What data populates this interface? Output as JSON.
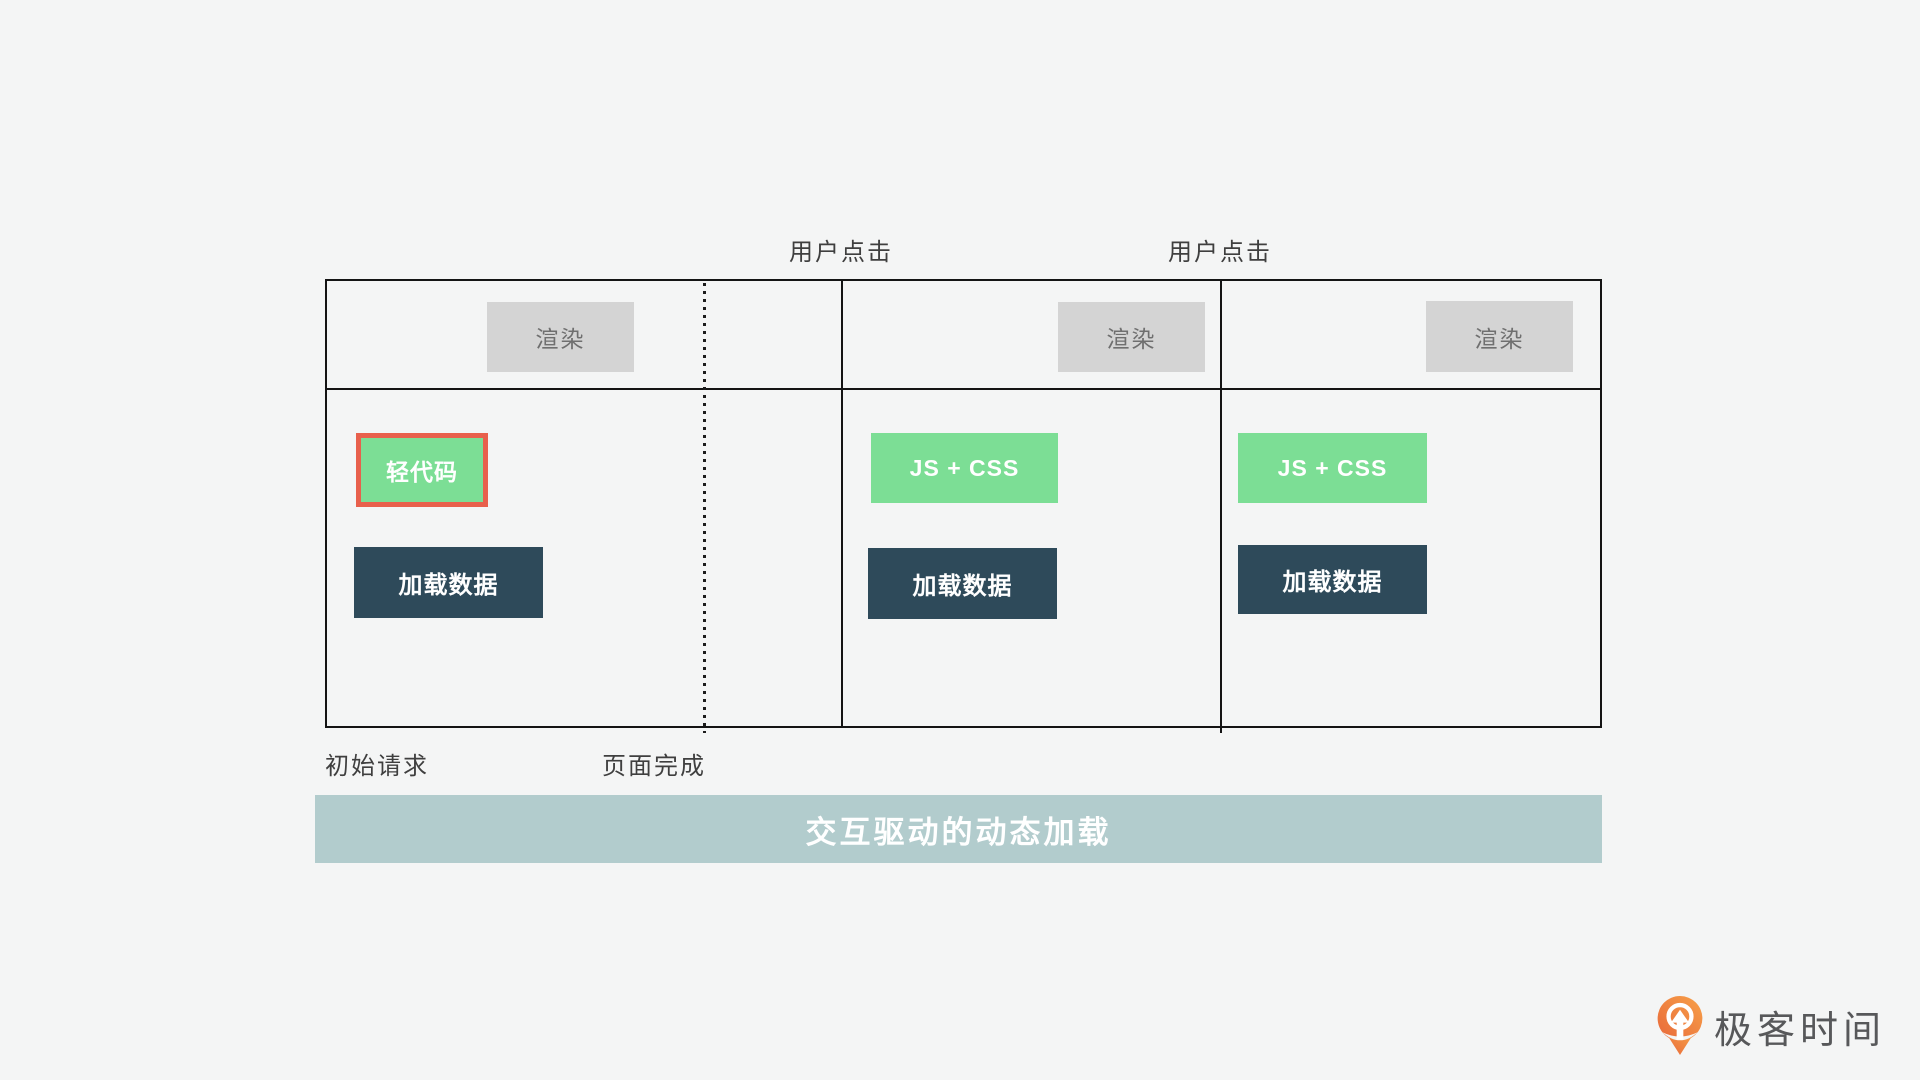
{
  "colors": {
    "background": "#f4f5f5",
    "frame_line": "#141414",
    "render_chip_bg": "#d4d4d4",
    "render_chip_text": "#6f6f6f",
    "code_chip_green": "#7cde95",
    "highlight_border_red": "#e8604c",
    "data_chip_dark": "#2e4a5a",
    "banner_bg": "#b2cccd",
    "label_text": "#3f3f3f",
    "logo_text": "#57585a",
    "logo_orange_light": "#f7a149",
    "logo_orange_dark": "#e8683a"
  },
  "timeline": {
    "phase1": {
      "render_label": "渲染",
      "code_box_label": "轻代码",
      "data_box_label": "加载数据"
    },
    "phase2": {
      "trigger_label": "用户点击",
      "render_label": "渲染",
      "code_box_label": "JS + CSS",
      "data_box_label": "加载数据"
    },
    "phase3": {
      "trigger_label": "用户点击",
      "render_label": "渲染",
      "code_box_label": "JS + CSS",
      "data_box_label": "加载数据"
    },
    "milestones": {
      "initial_request": "初始请求",
      "page_complete": "页面完成"
    }
  },
  "banner": {
    "title": "交互驱动的动态加载"
  },
  "logo": {
    "brand": "极客时间"
  }
}
